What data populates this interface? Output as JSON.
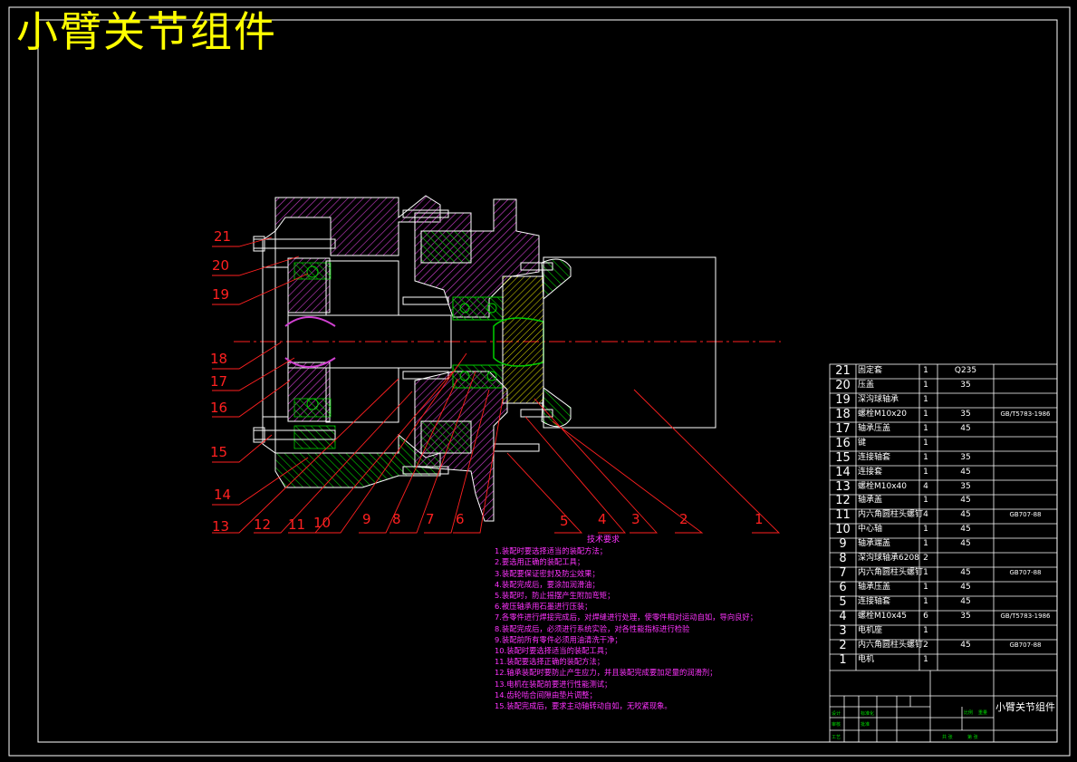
{
  "drawing_title": "小臂关节组件",
  "title_block": {
    "name": "小臂关节组件",
    "cells": [
      "设计",
      "审核",
      "工艺",
      "标准化",
      "批准",
      "比例",
      "重量",
      "共 张",
      "第 张"
    ]
  },
  "callouts": [
    "21",
    "20",
    "19",
    "18",
    "17",
    "16",
    "15",
    "14",
    "13",
    "12",
    "11",
    "10",
    "9",
    "8",
    "7",
    "6",
    "5",
    "4",
    "3",
    "2",
    "1"
  ],
  "tech_notes": {
    "title": "技术要求",
    "items": [
      "1.装配时要选择适当的装配方法；",
      "2.要选用正确的装配工具；",
      "3.装配要保证密封及防尘效果；",
      "4.装配完成后，要涂加润滑油；",
      "5.装配时，防止摇摆产生附加弯矩；",
      "6.被压轴承用石墨进行压装；",
      "7.各零件进行焊接完成后，对焊缝进行处理，使零件相对运动自如，导向良好；",
      "8.装配完成后，必须进行系统实验，对各性能指标进行检验",
      "9.装配前所有零件必须用油清洗干净；",
      "10.装配时要选择适当的装配工具；",
      "11.装配要选择正确的装配方法；",
      "12.轴承装配时要防止产生应力，并且装配完成要加足量的润滑剂；",
      "13.电机在装配前要进行性能测试；",
      "14.齿轮啮合间隙由垫片调整；",
      "15.装配完成后，要求主动轴转动自如，无咬紧现象。"
    ]
  },
  "bom": [
    {
      "no": "21",
      "name": "固定套",
      "qty": "1",
      "material": "Q235",
      "standard": ""
    },
    {
      "no": "20",
      "name": "压盖",
      "qty": "1",
      "material": "35",
      "standard": ""
    },
    {
      "no": "19",
      "name": "深沟球轴承",
      "qty": "1",
      "material": "",
      "standard": ""
    },
    {
      "no": "18",
      "name": "螺栓M10x20",
      "qty": "1",
      "material": "35",
      "standard": "GB/T5783-1986"
    },
    {
      "no": "17",
      "name": "轴承压盖",
      "qty": "1",
      "material": "45",
      "standard": ""
    },
    {
      "no": "16",
      "name": "键",
      "qty": "1",
      "material": "",
      "standard": ""
    },
    {
      "no": "15",
      "name": "连接轴套",
      "qty": "1",
      "material": "35",
      "standard": ""
    },
    {
      "no": "14",
      "name": "连接套",
      "qty": "1",
      "material": "45",
      "standard": ""
    },
    {
      "no": "13",
      "name": "螺栓M10x40",
      "qty": "4",
      "material": "35",
      "standard": ""
    },
    {
      "no": "12",
      "name": "轴承盖",
      "qty": "1",
      "material": "45",
      "standard": ""
    },
    {
      "no": "11",
      "name": "内六角圆柱头螺钉",
      "qty": "4",
      "material": "45",
      "standard": "GB707-88"
    },
    {
      "no": "10",
      "name": "中心轴",
      "qty": "1",
      "material": "45",
      "standard": ""
    },
    {
      "no": "9",
      "name": "轴承端盖",
      "qty": "1",
      "material": "45",
      "standard": ""
    },
    {
      "no": "8",
      "name": "深沟球轴承6208",
      "qty": "2",
      "material": "",
      "standard": ""
    },
    {
      "no": "7",
      "name": "内六角圆柱头螺钉",
      "qty": "1",
      "material": "45",
      "standard": "GB707-88"
    },
    {
      "no": "6",
      "name": "轴承压盖",
      "qty": "1",
      "material": "45",
      "standard": ""
    },
    {
      "no": "5",
      "name": "连接轴套",
      "qty": "1",
      "material": "45",
      "standard": ""
    },
    {
      "no": "4",
      "name": "螺栓M10x45",
      "qty": "6",
      "material": "35",
      "standard": "GB/T5783-1986"
    },
    {
      "no": "3",
      "name": "电机座",
      "qty": "1",
      "material": "",
      "standard": ""
    },
    {
      "no": "2",
      "name": "内六角圆柱头螺钉",
      "qty": "2",
      "material": "45",
      "standard": "GB707-88"
    },
    {
      "no": "1",
      "name": "电机",
      "qty": "1",
      "material": "",
      "standard": ""
    }
  ],
  "colors": {
    "background": "#000000",
    "frame": "#ffffff",
    "title_text": "#ffff00",
    "callout": "#ff2020",
    "notes": "#ff33ff",
    "hatch_magenta": "#d040d0",
    "hatch_green": "#00d000",
    "centerline": "#ff2020"
  }
}
